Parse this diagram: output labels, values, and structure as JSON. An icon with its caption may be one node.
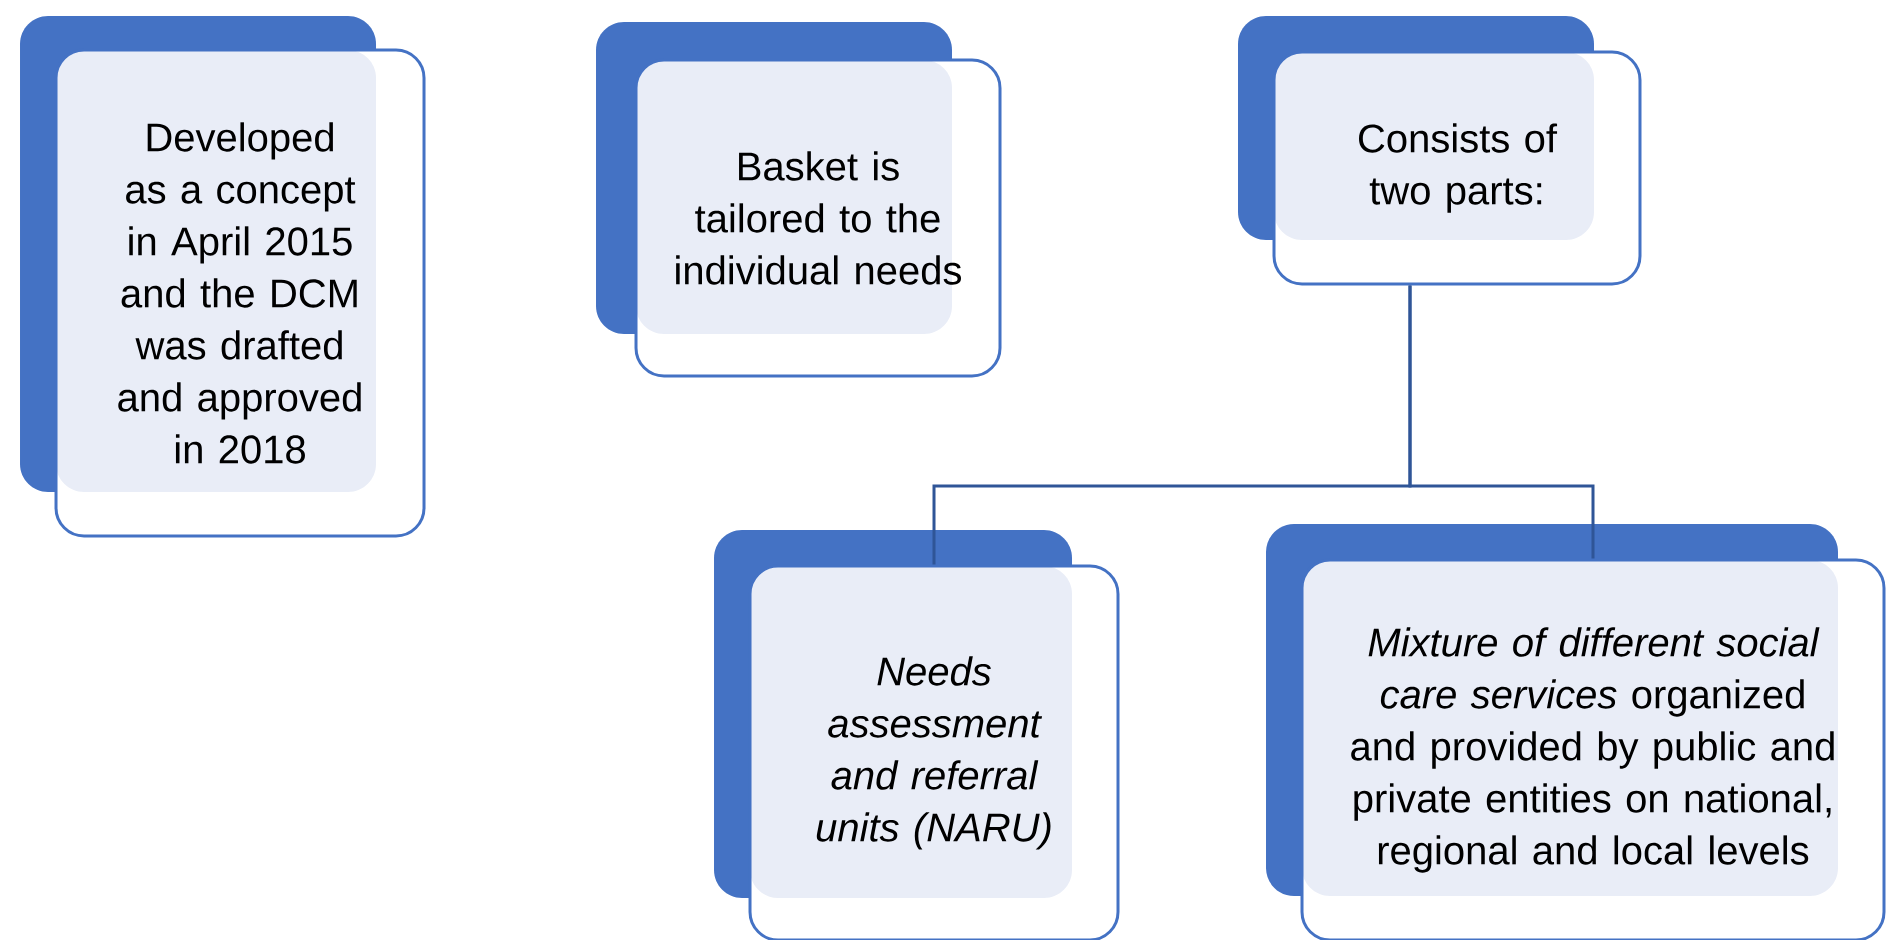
{
  "diagram": {
    "nodes": [
      {
        "text": [
          "Developed as a concept in April 2015 and the DCM was drafted and approved in 2018"
        ]
      },
      {
        "text": [
          "Basket is tailored to the individual needs"
        ]
      },
      {
        "text": [
          "Consists of two parts:"
        ]
      },
      {
        "text": [
          "Needs assessment and referral units (NARU)"
        ]
      },
      {
        "text": [
          "*Mixture of different social care services* organized and provided by public and private entities on national, regional and local levels"
        ]
      }
    ],
    "edges": [
      {
        "from": 2,
        "to": 3,
        "arrow": "none"
      },
      {
        "from": 2,
        "to": 4,
        "arrow": "none"
      }
    ]
  }
}
